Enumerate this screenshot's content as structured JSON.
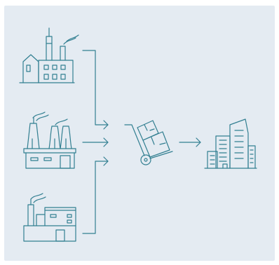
{
  "diagram": {
    "theme": {
      "background": "#e4ebf2",
      "stroke": "#327f91"
    },
    "nodes": [
      {
        "id": "factory-small",
        "icon": "factory-icon"
      },
      {
        "id": "factory-large",
        "icon": "industrial-plant-icon"
      },
      {
        "id": "factory-office",
        "icon": "factory-office-icon"
      },
      {
        "id": "logistics",
        "icon": "hand-truck-boxes-icon"
      },
      {
        "id": "city",
        "icon": "city-buildings-icon"
      }
    ],
    "edges": [
      {
        "from": "factory-small",
        "to": "logistics"
      },
      {
        "from": "factory-large",
        "to": "logistics"
      },
      {
        "from": "factory-office",
        "to": "logistics"
      },
      {
        "from": "logistics",
        "to": "city"
      }
    ]
  }
}
